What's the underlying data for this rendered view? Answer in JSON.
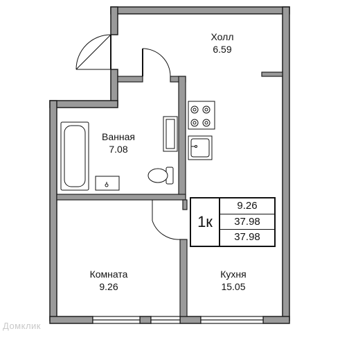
{
  "rooms": {
    "hall": {
      "name": "Холл",
      "area": "6.59"
    },
    "bathroom": {
      "name": "Ванная",
      "area": "7.08"
    },
    "room": {
      "name": "Комната",
      "area": "9.26"
    },
    "kitchen": {
      "name": "Кухня",
      "area": "15.05"
    }
  },
  "legend": {
    "type": "1к",
    "living_area": "9.26",
    "total_area": "37.98",
    "total_area_2": "37.98"
  },
  "watermark": "Домклик",
  "colors": {
    "wall": "#2b2b2b",
    "wall_fill": "#9a9a9a",
    "line": "#111111",
    "window": "#ffffff"
  }
}
